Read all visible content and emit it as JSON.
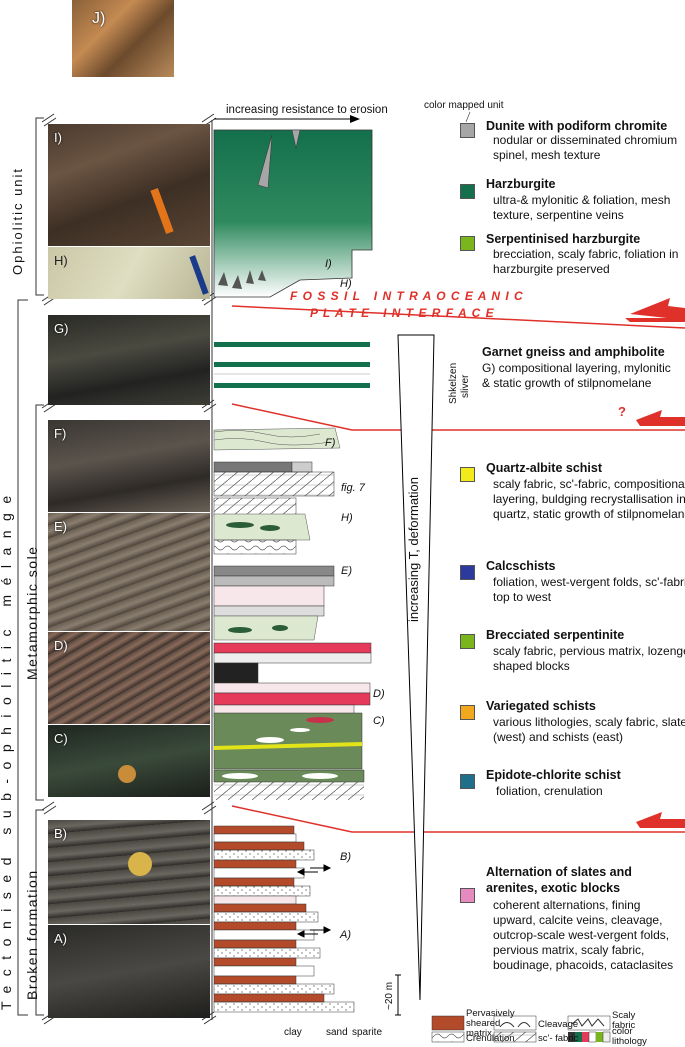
{
  "top_photo": {
    "label": "J)"
  },
  "column_header": {
    "axis_title": "increasing resistance to erosion"
  },
  "units": {
    "ophiolitic": "Ophiolitic unit",
    "tectonised": "Tectonised sub-ophiolitic mélange",
    "metamorphic_sole": "Metamorphic sole",
    "broken_formation": "Broken formation"
  },
  "photos": {
    "I": "I)",
    "H": "H)",
    "G": "G)",
    "F": "F)",
    "E": "E)",
    "D": "D)",
    "C": "C)",
    "B": "B)",
    "A": "A)"
  },
  "column_labels": {
    "I": "I)",
    "H": "H)",
    "F": "F)",
    "fig7": "fig. 7",
    "H2": "H)",
    "E": "E)",
    "D": "D)",
    "C": "C)",
    "B": "B)",
    "A": "A)"
  },
  "interface": {
    "line1": "F O S S I L   I N T R A O C E A N I C",
    "line2": "P L A T E   I N T E R F A C E"
  },
  "deformation_label": "increasing T, deformation",
  "question_mark": "?",
  "shkelzen": {
    "line1": "Shkelzen",
    "line2": "sliver"
  },
  "color_mapped_unit": "color mapped unit",
  "legend": [
    {
      "title": "Dunite with podiform chromite",
      "desc": "nodular or disseminated chromium spinel, mesh texture",
      "color": "#a6a6a6"
    },
    {
      "title": "Harzburgite",
      "desc": "ultra-& mylonitic & foliation, mesh texture, serpentine veins",
      "color": "#14704c"
    },
    {
      "title": "Serpentinised harzburgite",
      "desc": "brecciation, scaly fabric, foliation in harzburgite preserved",
      "color": "#7ab51d"
    },
    {
      "title": "Garnet gneiss and amphibolite",
      "desc": "G) compositional layering, mylonitic & static growth of stilpnomelane",
      "color": ""
    },
    {
      "title": "Quartz-albite schist",
      "desc": "scaly fabric, sc'-fabric, compositional layering, buldging recrystallisation in quartz, static growth of stilpnomelane",
      "color": "#f2ea1a"
    },
    {
      "title": "Calcschists",
      "desc": "foliation, west-vergent folds, sc'-fabric top to west",
      "color": "#2c3a9e"
    },
    {
      "title": "Brecciated serpentinite",
      "desc": "scaly fabric, pervious matrix, lozenge-shaped blocks",
      "color": "#7ab51d"
    },
    {
      "title": "Variegated schists",
      "desc": "various lithologies, scaly fabric, slates (west) and schists (east)",
      "color": "#f2a81c"
    },
    {
      "title": "Epidote-chlorite schist",
      "desc": "foliation, crenulation",
      "color": "#1f6f8b"
    },
    {
      "title": "Alternation of slates and arenites, exotic blocks",
      "desc": "coherent alternations, fining upward, calcite veins, cleavage, outcrop-scale west-vergent folds, pervious matrix, scaly fabric, boudinage, phacoids, cataclasites",
      "color": "#e68bc0"
    }
  ],
  "scale_bar": "~20 m",
  "grain_size": {
    "clay": "clay",
    "sand": "sand",
    "sparite": "sparite"
  },
  "key": {
    "sheared": "Pervasively sheared matrix",
    "cleavage": "Cleavage",
    "scaly": "Scaly fabric",
    "crenulation": "Crenulation",
    "sc": "sc'- fabric",
    "color": "color lithology"
  }
}
